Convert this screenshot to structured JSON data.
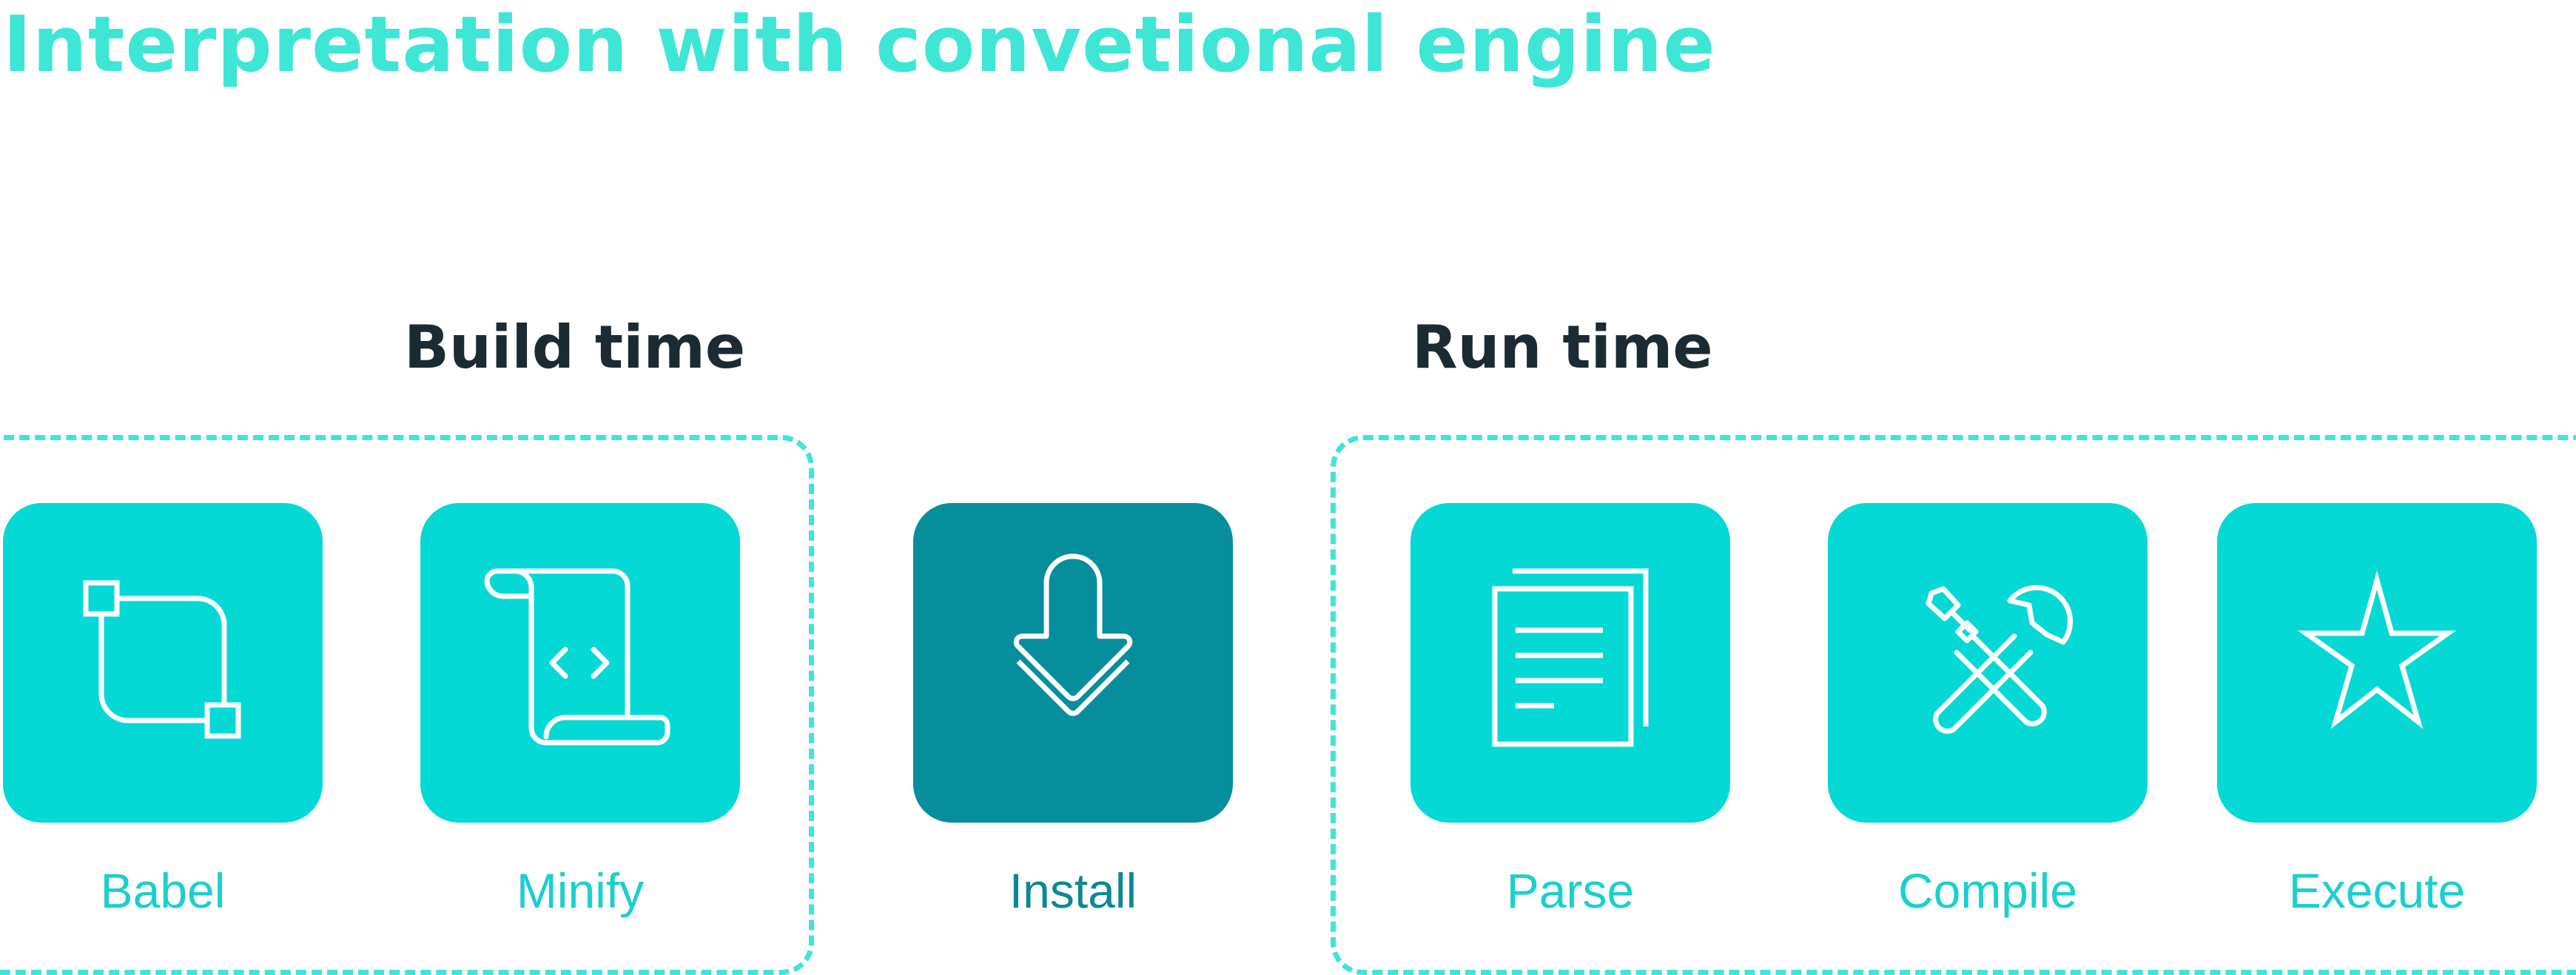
{
  "title": "Interpretation with convetional engine",
  "sections": {
    "build": {
      "label": "Build time"
    },
    "run": {
      "label": "Run time"
    }
  },
  "steps": [
    {
      "label": "Babel",
      "icon": "transform-icon"
    },
    {
      "label": "Minify",
      "icon": "code-scroll-icon"
    },
    {
      "label": "Install",
      "icon": "download-arrow-icon"
    },
    {
      "label": "Parse",
      "icon": "document-icon"
    },
    {
      "label": "Compile",
      "icon": "wrench-screwdriver-icon"
    },
    {
      "label": "Execute",
      "icon": "star-icon"
    }
  ],
  "colors": {
    "accent": "#3ee6d6",
    "tile": "#05d9d6",
    "tile_highlight": "#078e9c",
    "heading": "#1c2a33"
  }
}
